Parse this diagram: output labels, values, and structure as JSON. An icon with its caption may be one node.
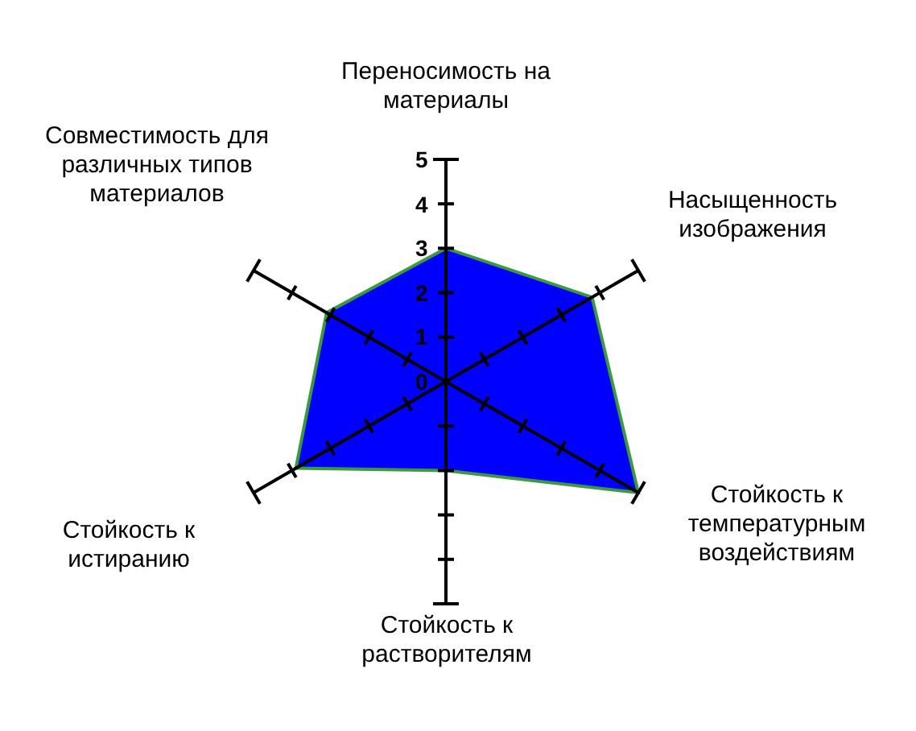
{
  "diagram": {
    "labels": [
      "Переносимость на материалы",
      "Совместимость для различных типов материалов",
      "5",
      "4",
      "Насыщенность изображения",
      "3",
      "2",
      "1",
      "0",
      "Стойкость к температурным воздействиям",
      "Стойкость к истиранию",
      "Стойкость к растворителям"
    ]
  }
}
